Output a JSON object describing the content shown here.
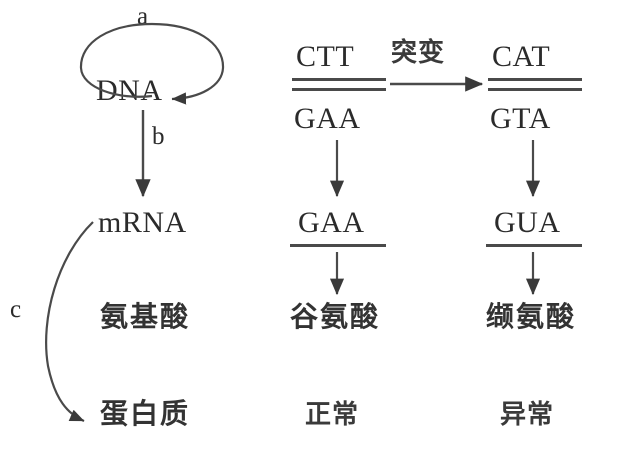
{
  "diagram": {
    "title_row": {
      "replication_label": "a",
      "transcription_label": "b",
      "translation_label": "c"
    },
    "columns": [
      {
        "name": "generic-pathway",
        "molecule_top": "DNA",
        "mrna": "mRNA",
        "amino_acid": "氨基酸",
        "product": "蛋白质"
      },
      {
        "name": "normal-allele",
        "dna_sense": "CTT",
        "dna_antisense": "GAA",
        "mrna_codon": "GAA",
        "amino_acid": "谷氨酸",
        "product": "正常"
      },
      {
        "name": "mutant-allele",
        "dna_sense": "CAT",
        "dna_antisense": "GTA",
        "mrna_codon": "GUA",
        "amino_acid": "缬氨酸",
        "product": "异常"
      }
    ],
    "mutation_arrow_label": "突变",
    "colors": {
      "ink": "#2b2b2b",
      "rule": "#4a4a4a",
      "background": "#ffffff"
    }
  }
}
